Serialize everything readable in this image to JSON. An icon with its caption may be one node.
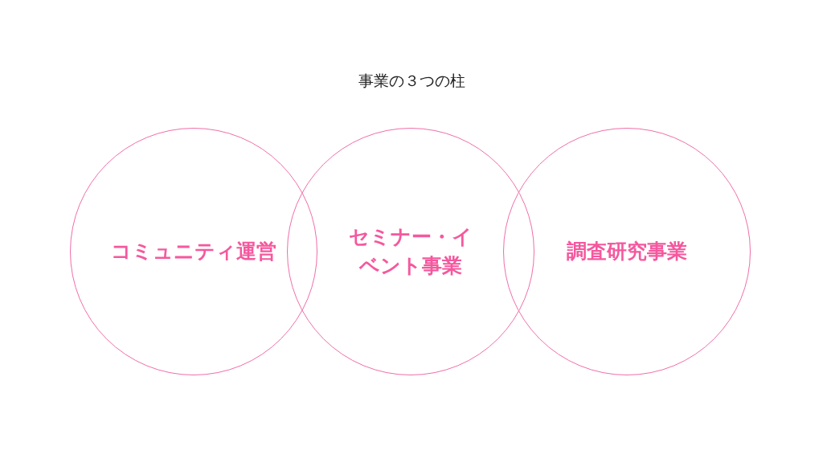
{
  "diagram": {
    "title": "事業の３つの柱",
    "nodes": [
      {
        "text": [
          "コミュニティ運営"
        ]
      },
      {
        "text": [
          "セミナー・イベント事業"
        ]
      },
      {
        "text": [
          "調査研究事業"
        ]
      }
    ]
  }
}
